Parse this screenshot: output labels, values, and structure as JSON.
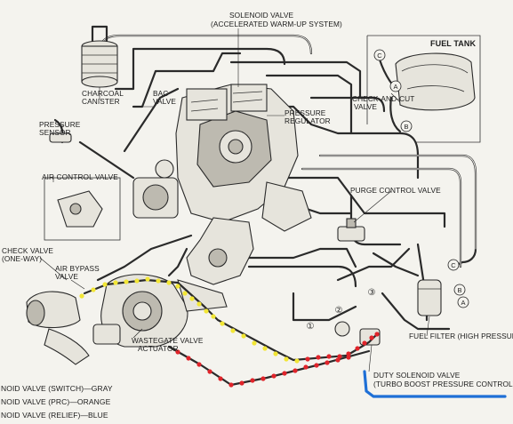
{
  "labels": {
    "solenoid_valve_line1": "SOLENOID VALVE",
    "solenoid_valve_line2": "(ACCELERATED WARM-UP SYSTEM)",
    "fuel_tank": "FUEL TANK",
    "charcoal_canister_line1": "CHARCOAL",
    "charcoal_canister_line2": "CANISTER",
    "bac_valve_line1": "BAC",
    "bac_valve_line2": "VALVE",
    "pressure_regulator_line1": "PRESSURE",
    "pressure_regulator_line2": "REGULATOR",
    "check_and_cut_valve_line1": "CHECK-AND-CUT",
    "check_and_cut_valve_line2": "VALVE",
    "pressure_sensor_line1": "PRESSURE",
    "pressure_sensor_line2": "SENSOR",
    "air_control_valve": "AIR CONTROL VALVE",
    "purge_control_valve": "PURGE CONTROL VALVE",
    "check_valve_line1": "CHECK VALVE",
    "check_valve_line2": "(ONE-WAY)",
    "air_bypass_valve_line1": "AIR BYPASS",
    "air_bypass_valve_line2": "VALVE",
    "fuel_filter": "FUEL FILTER (HIGH PRESSURE)",
    "wastegate_line1": "WASTEGATE VALVE",
    "wastegate_line2": "ACTUATOR",
    "duty_solenoid_line1": "DUTY SOLENOID VALVE",
    "duty_solenoid_line2": "(TURBO BOOST PRESSURE CONTROL)"
  },
  "connector_tags": {
    "a_upper": "A",
    "b_upper": "B",
    "c_upper": "C",
    "c_right": "C",
    "b_right": "B",
    "a_right": "A",
    "num_1": "①",
    "num_2": "②",
    "num_3": "③"
  },
  "legend": [
    "NOID VALVE (SWITCH)—GRAY",
    "NOID VALVE (PRC)—ORANGE",
    "NOID VALVE (RELIEF)—BLUE"
  ],
  "colors": {
    "highlight_yellow": "#f2e635",
    "highlight_red": "#e0242a",
    "annotation_blue": "#1e6fd6",
    "hose": "#2a2a2a"
  }
}
